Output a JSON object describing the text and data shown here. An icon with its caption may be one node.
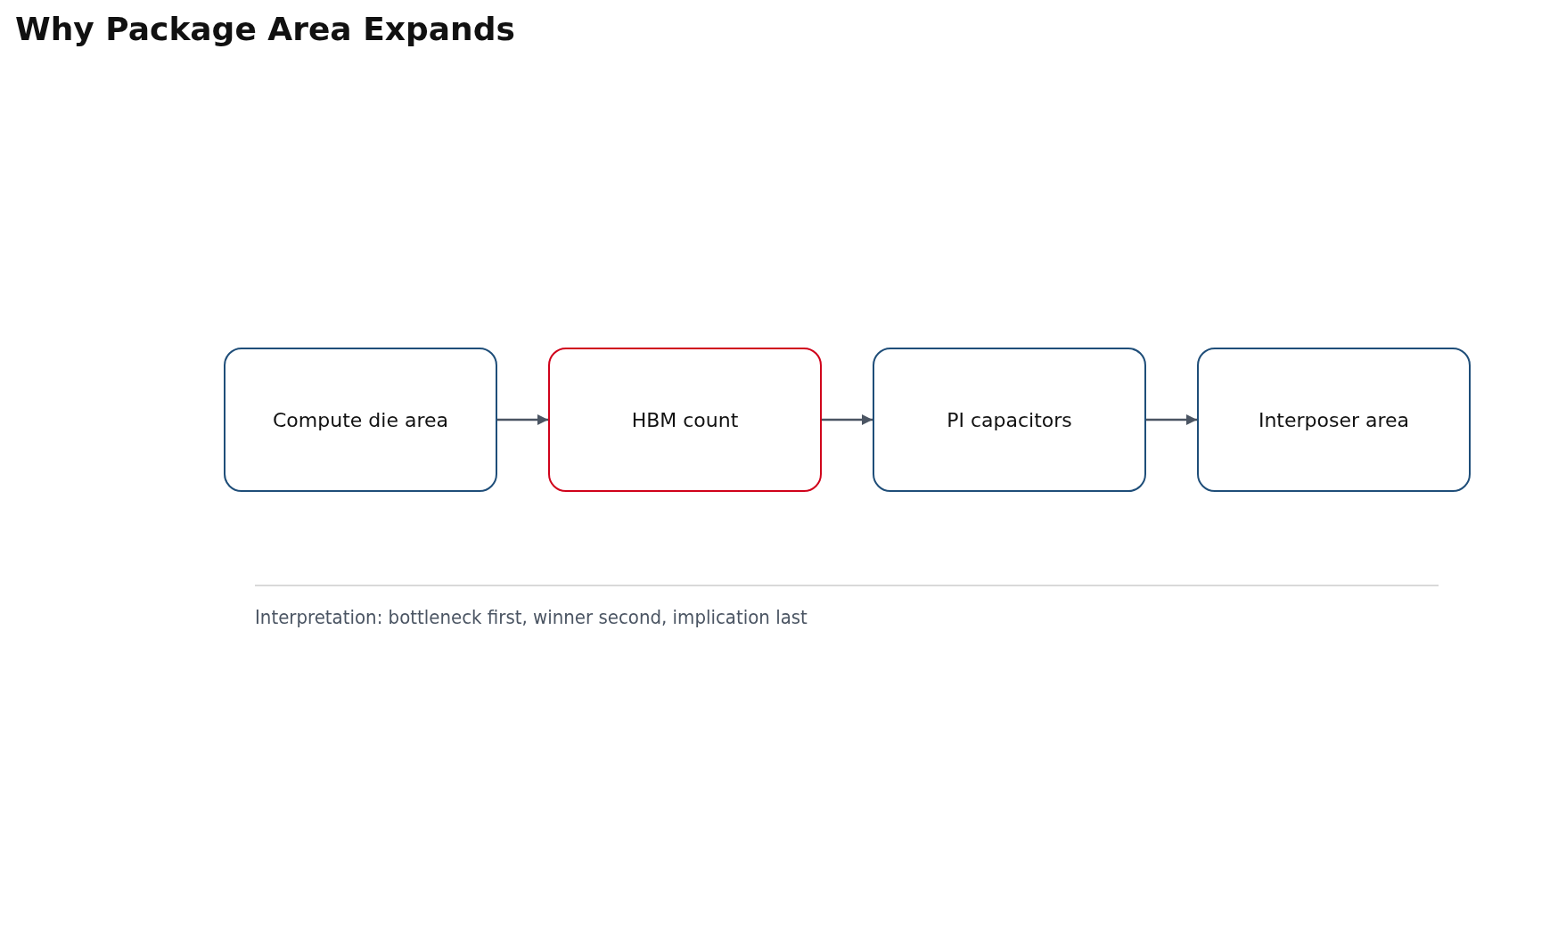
{
  "diagram": {
    "title": "Why Package Area Expands",
    "nodes": [
      {
        "text": [
          "Compute die area"
        ]
      },
      {
        "text": [
          "HBM count"
        ]
      },
      {
        "text": [
          "PI capacitors"
        ]
      },
      {
        "text": [
          "Interposer area"
        ]
      }
    ],
    "edges": [
      {
        "from": 0,
        "to": 1,
        "arrow": "to"
      },
      {
        "from": 1,
        "to": 2,
        "arrow": "to"
      },
      {
        "from": 2,
        "to": 3,
        "arrow": "to"
      }
    ],
    "labels": [
      "Interpretation: bottleneck first, winner second, implication last"
    ]
  }
}
